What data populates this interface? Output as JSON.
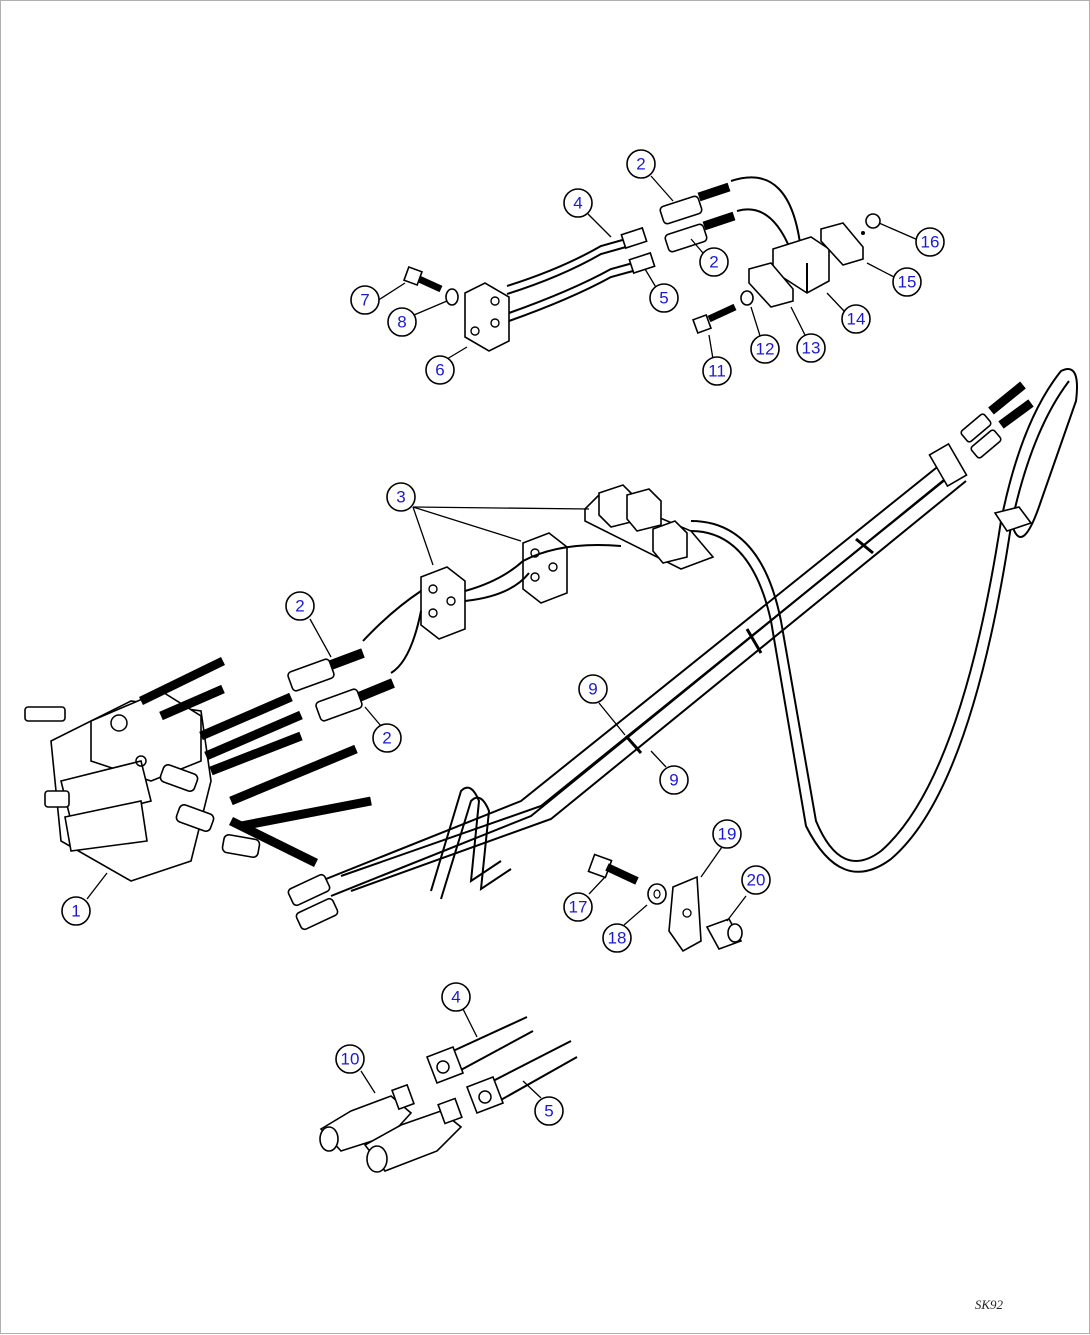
{
  "drawing_id": "SK92",
  "callouts": [
    {
      "id": "c-2a",
      "label": "2"
    },
    {
      "id": "c-4a",
      "label": "4"
    },
    {
      "id": "c-2b",
      "label": "2"
    },
    {
      "id": "c-16",
      "label": "16"
    },
    {
      "id": "c-7",
      "label": "7"
    },
    {
      "id": "c-8",
      "label": "8"
    },
    {
      "id": "c-5a",
      "label": "5"
    },
    {
      "id": "c-15",
      "label": "15"
    },
    {
      "id": "c-14",
      "label": "14"
    },
    {
      "id": "c-6",
      "label": "6"
    },
    {
      "id": "c-12",
      "label": "12"
    },
    {
      "id": "c-13",
      "label": "13"
    },
    {
      "id": "c-11",
      "label": "11"
    },
    {
      "id": "c-3",
      "label": "3"
    },
    {
      "id": "c-2c",
      "label": "2"
    },
    {
      "id": "c-2d",
      "label": "2"
    },
    {
      "id": "c-9a",
      "label": "9"
    },
    {
      "id": "c-9b",
      "label": "9"
    },
    {
      "id": "c-19",
      "label": "19"
    },
    {
      "id": "c-20",
      "label": "20"
    },
    {
      "id": "c-17",
      "label": "17"
    },
    {
      "id": "c-18",
      "label": "18"
    },
    {
      "id": "c-1",
      "label": "1"
    },
    {
      "id": "c-4b",
      "label": "4"
    },
    {
      "id": "c-10",
      "label": "10"
    },
    {
      "id": "c-5b",
      "label": "5"
    }
  ]
}
